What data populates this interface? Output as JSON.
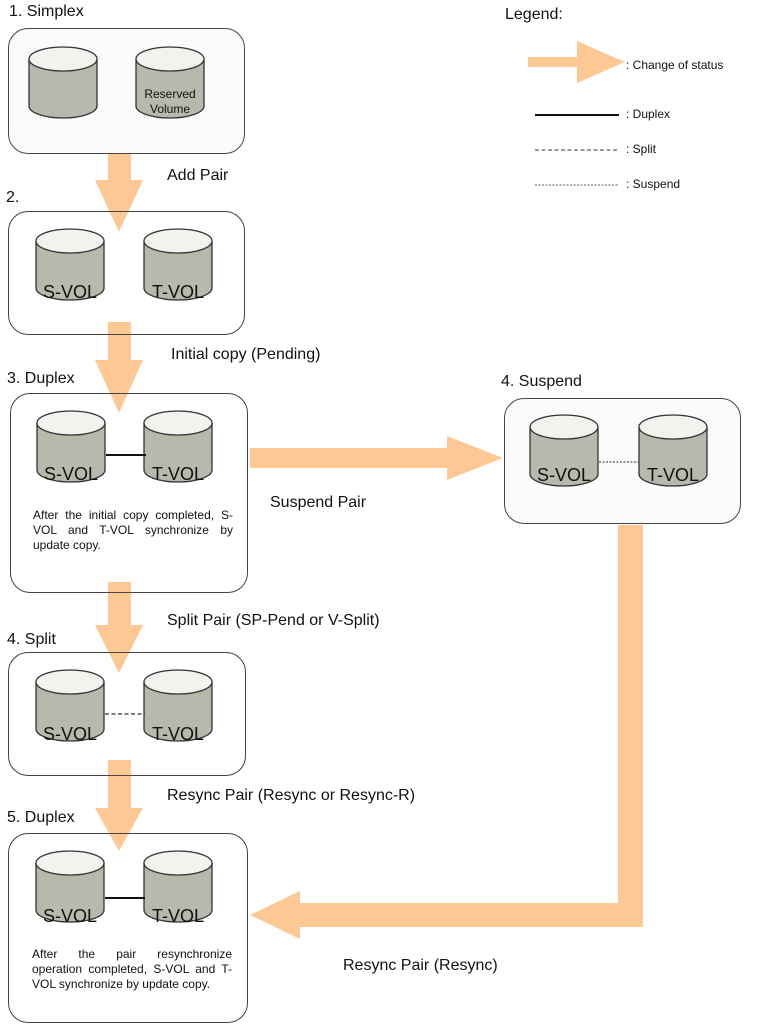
{
  "legend": {
    "title": "Legend:",
    "items": [
      {
        "key": "change-of-status",
        "label": ": Change of status"
      },
      {
        "key": "duplex",
        "label": ": Duplex"
      },
      {
        "key": "split",
        "label": ": Split"
      },
      {
        "key": "suspend",
        "label": ": Suspend"
      }
    ]
  },
  "colors": {
    "arrow": "#fdc894",
    "cylinder_body": "#b8b8ac",
    "cylinder_top": "#f2f2ee",
    "border": "#444444"
  },
  "states": [
    {
      "id": "simplex",
      "title": "1. Simplex",
      "volumes": [
        "",
        "Reserved\nVolume"
      ],
      "reserved_line1": "Reserved",
      "reserved_line2": "Volume"
    },
    {
      "id": "pending",
      "title": "2.",
      "volumes": [
        "S-VOL",
        "T-VOL"
      ]
    },
    {
      "id": "duplex-3",
      "title": "3. Duplex",
      "volumes": [
        "S-VOL",
        "T-VOL"
      ],
      "link": "duplex",
      "description": "After the initial copy completed, S-VOL and T-VOL synchronize by update copy."
    },
    {
      "id": "suspend",
      "title": "4. Suspend",
      "volumes": [
        "S-VOL",
        "T-VOL"
      ],
      "link": "suspend"
    },
    {
      "id": "split",
      "title": "4. Split",
      "volumes": [
        "S-VOL",
        "T-VOL"
      ],
      "link": "split"
    },
    {
      "id": "duplex-5",
      "title": "5. Duplex",
      "volumes": [
        "S-VOL",
        "T-VOL"
      ],
      "link": "duplex",
      "description": "After the pair resynchronize operation completed, S-VOL and T-VOL synchronize by update copy."
    }
  ],
  "transitions": [
    {
      "from": "simplex",
      "to": "pending",
      "label": "Add Pair"
    },
    {
      "from": "pending",
      "to": "duplex-3",
      "label": "Initial copy (Pending)"
    },
    {
      "from": "duplex-3",
      "to": "suspend",
      "label": "Suspend Pair"
    },
    {
      "from": "duplex-3",
      "to": "split",
      "label": "Split Pair (SP-Pend or V-Split)"
    },
    {
      "from": "split",
      "to": "duplex-5",
      "label": "Resync Pair (Resync or Resync-R)"
    },
    {
      "from": "suspend",
      "to": "duplex-5",
      "label": "Resync Pair (Resync)"
    }
  ]
}
